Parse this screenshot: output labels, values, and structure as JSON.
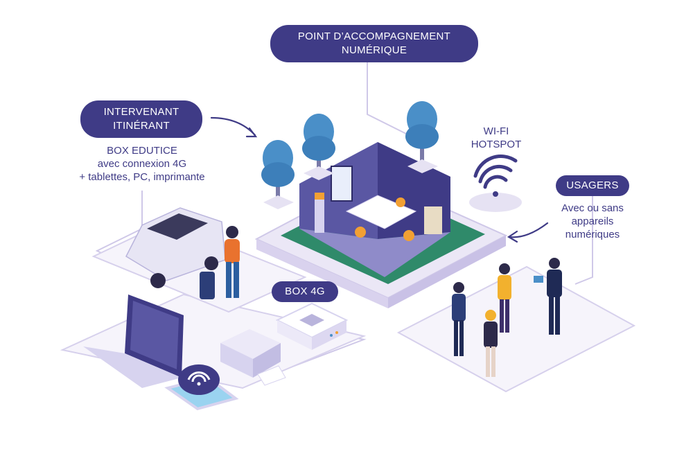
{
  "labels": {
    "point": {
      "line1": "POINT D’ACCOMPAGNEMENT",
      "line2": "NUMÉRIQUE"
    },
    "intervenant": {
      "line1": "INTERVENANT",
      "line2": "ITINÉRANT"
    },
    "box_edutice": {
      "line1": "BOX EDUTICE",
      "line2": "avec connexion 4G",
      "line3": "+ tablettes, PC, imprimante"
    },
    "wifi": {
      "line1": "WI-FI",
      "line2": "HOTSPOT"
    },
    "usagers": {
      "title": "USAGERS",
      "line1": "Avec ou sans",
      "line2": "appareils",
      "line3": "numériques"
    },
    "box4g": {
      "title": "BOX 4G"
    }
  },
  "colors": {
    "primary": "#3f3b86",
    "lavender": "#ebe7f6",
    "lavender_line": "#cfc8e8",
    "tree": "#4a8fc8",
    "room_floor": "#2f8a6a",
    "accent_orange": "#f2a033"
  },
  "icons": [
    "arrow-icon",
    "wifi-icon",
    "tree-icon",
    "car-icon",
    "laptop-icon",
    "printer-icon",
    "router-icon",
    "tablet-icon",
    "person-icon"
  ]
}
